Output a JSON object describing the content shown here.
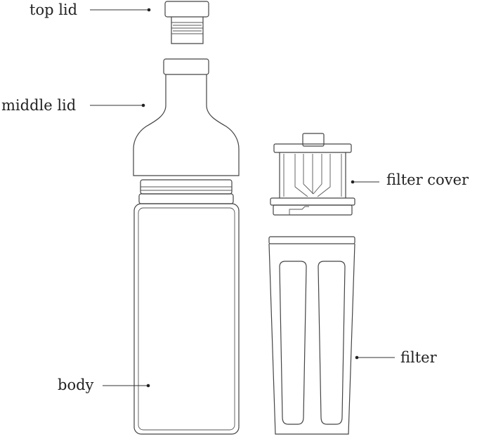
{
  "labels": {
    "top_lid": "top lid",
    "middle_lid": "middle lid",
    "filter_cover": "filter cover",
    "filter": "filter",
    "body": "body"
  }
}
